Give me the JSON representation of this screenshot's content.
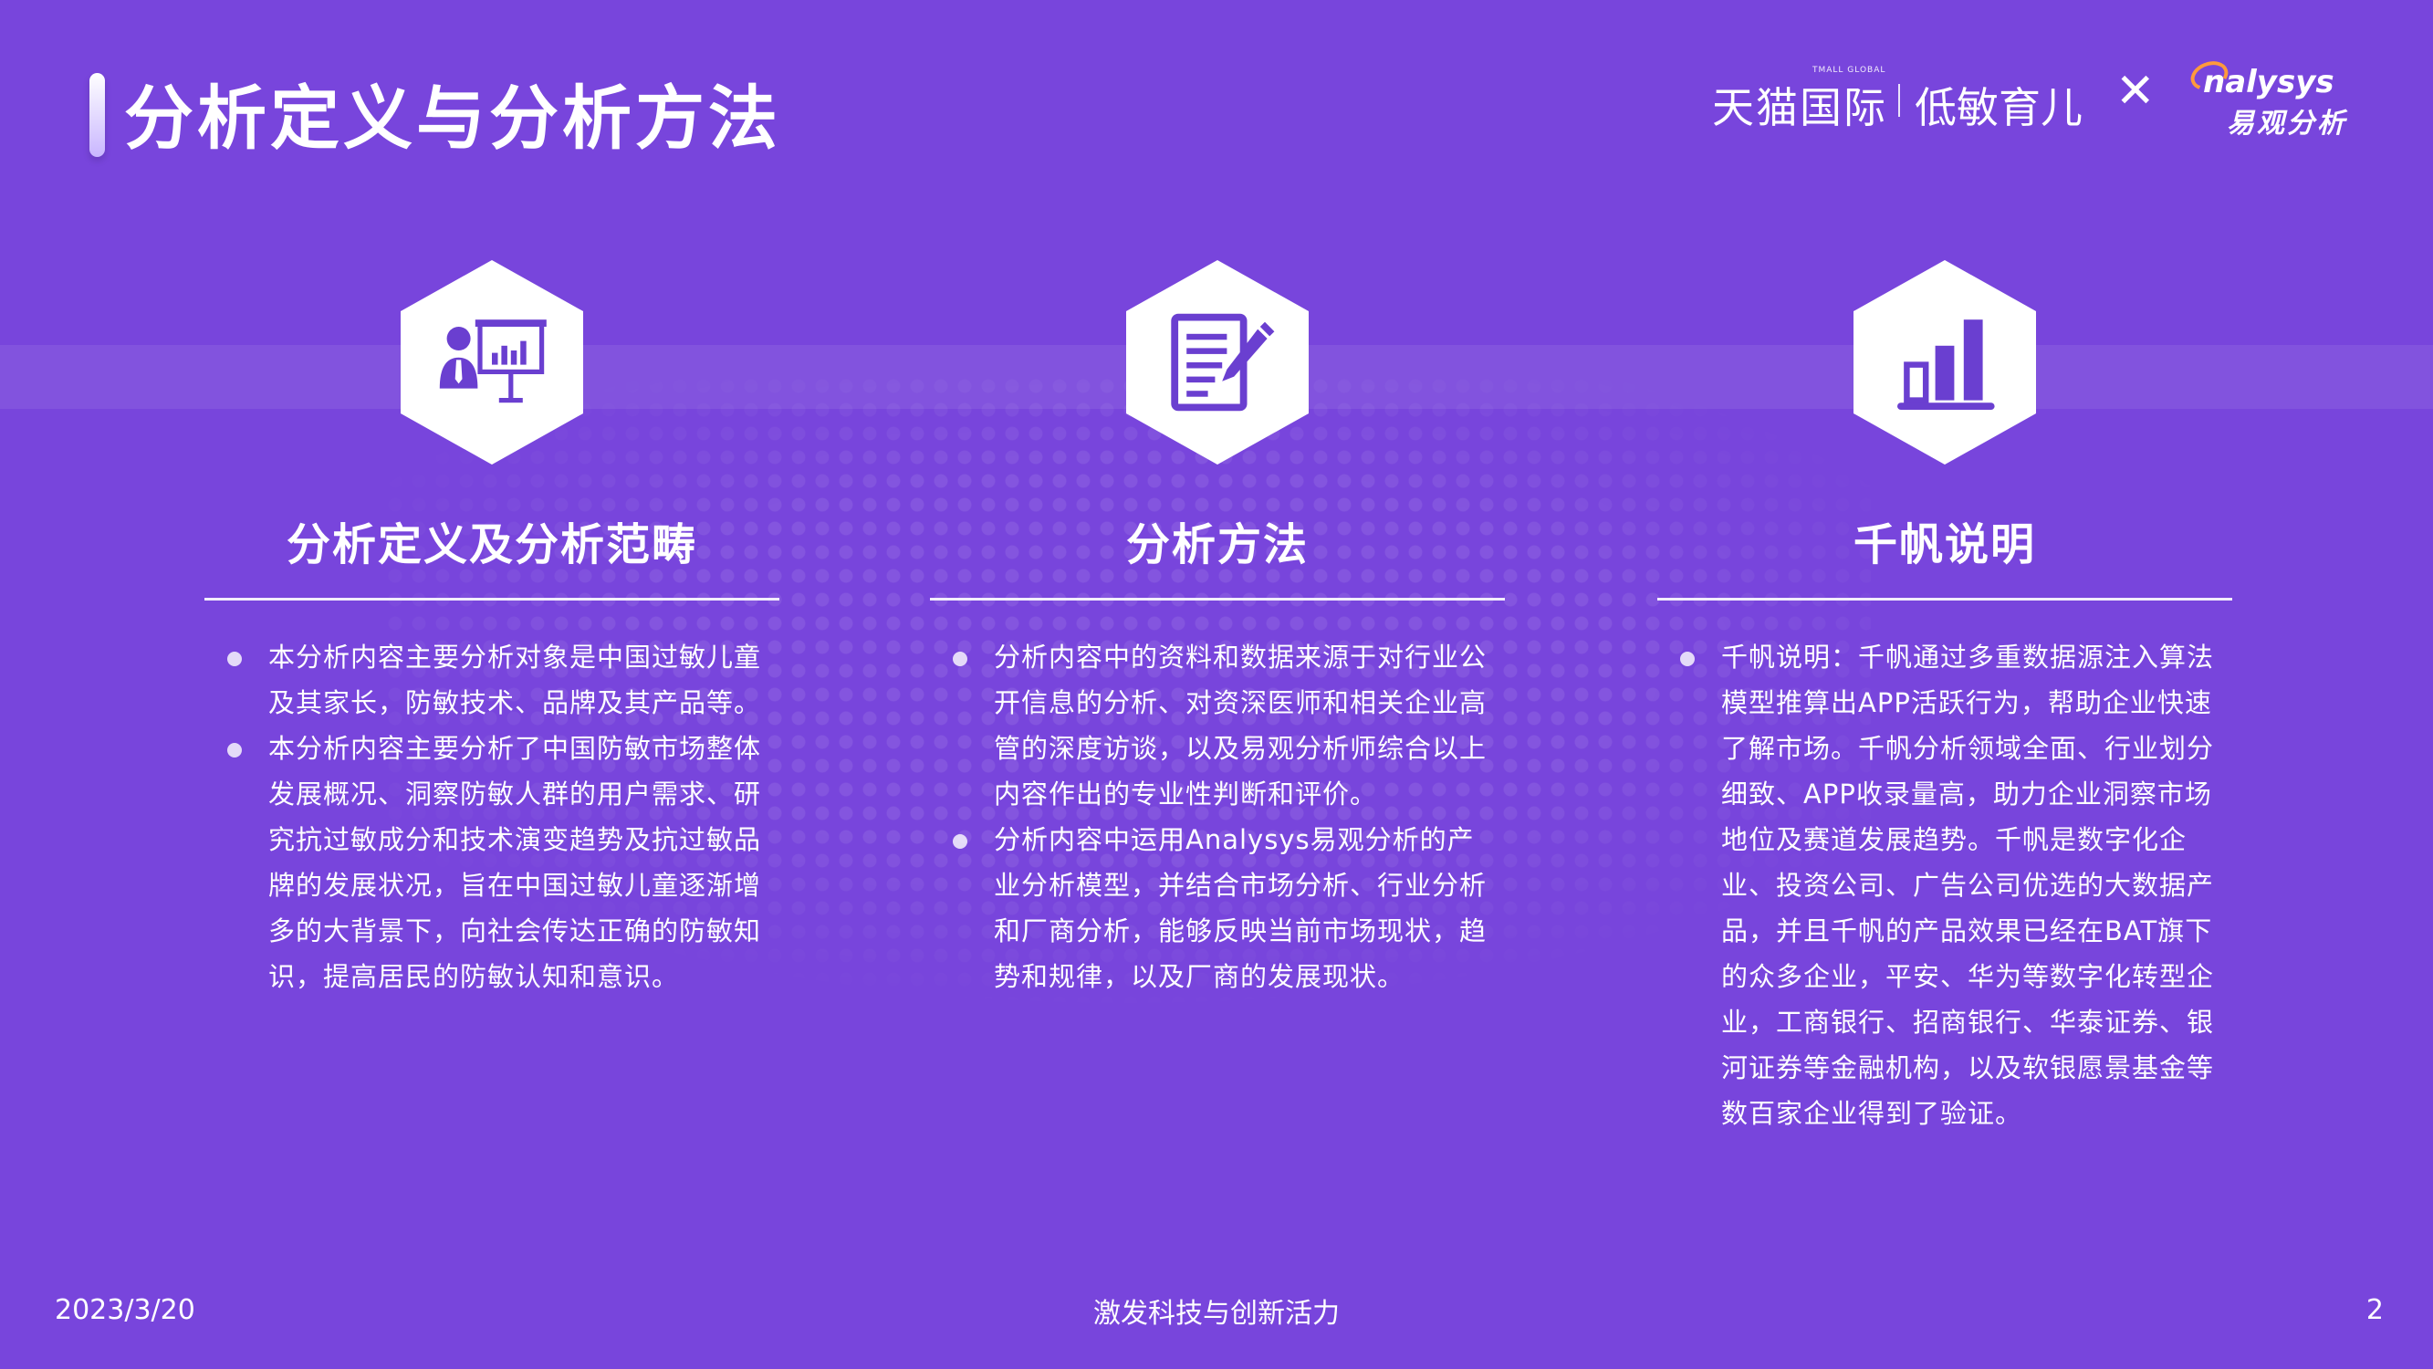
{
  "header": {
    "title": "分析定义与分析方法",
    "logo_tmall_sub": "TMALL GLOBAL",
    "logo_tmall": "天猫国际",
    "logo_child": "低敏育儿",
    "logo_x": "✕",
    "logo_analysys": "nalysys",
    "logo_analysys_cn": "易观分析"
  },
  "columns": [
    {
      "icon": "presentation-icon",
      "title": "分析定义及分析范畴",
      "bullets": [
        "本分析内容主要分析对象是中国过敏儿童及其家长，防敏技术、品牌及其产品等。",
        "本分析内容主要分析了中国防敏市场整体发展概况、洞察防敏人群的用户需求、研究抗过敏成分和技术演变趋势及抗过敏品牌的发展状况，旨在中国过敏儿童逐渐增多的大背景下，向社会传达正确的防敏知识，提高居民的防敏认知和意识。"
      ]
    },
    {
      "icon": "document-edit-icon",
      "title": "分析方法",
      "bullets": [
        "分析内容中的资料和数据来源于对行业公开信息的分析、对资深医师和相关企业高管的深度访谈，以及易观分析师综合以上内容作出的专业性判断和评价。",
        "分析内容中运用Analysys易观分析的产业分析模型，并结合市场分析、行业分析和厂商分析，能够反映当前市场现状，趋势和规律，以及厂商的发展现状。"
      ]
    },
    {
      "icon": "bar-chart-icon",
      "title": "千帆说明",
      "bullets": [
        "千帆说明：千帆通过多重数据源注入算法模型推算出APP活跃行为，帮助企业快速了解市场。千帆分析领域全面、行业划分细致、APP收录量高，助力企业洞察市场地位及赛道发展趋势。千帆是数字化企业、投资公司、广告公司优选的大数据产品，并且千帆的产品效果已经在BAT旗下的众多企业，平安、华为等数字化转型企业，工商银行、招商银行、华泰证券、银河证券等金融机构，以及软银愿景基金等数百家企业得到了验证。"
      ]
    }
  ],
  "footer": {
    "date": "2023/3/20",
    "slogan": "激发科技与创新活力",
    "page": "2"
  },
  "colors": {
    "background": "#7845dc",
    "text": "#ffffff",
    "icon": "#6a3fd0",
    "logo_accent": "#ff9a3c"
  }
}
